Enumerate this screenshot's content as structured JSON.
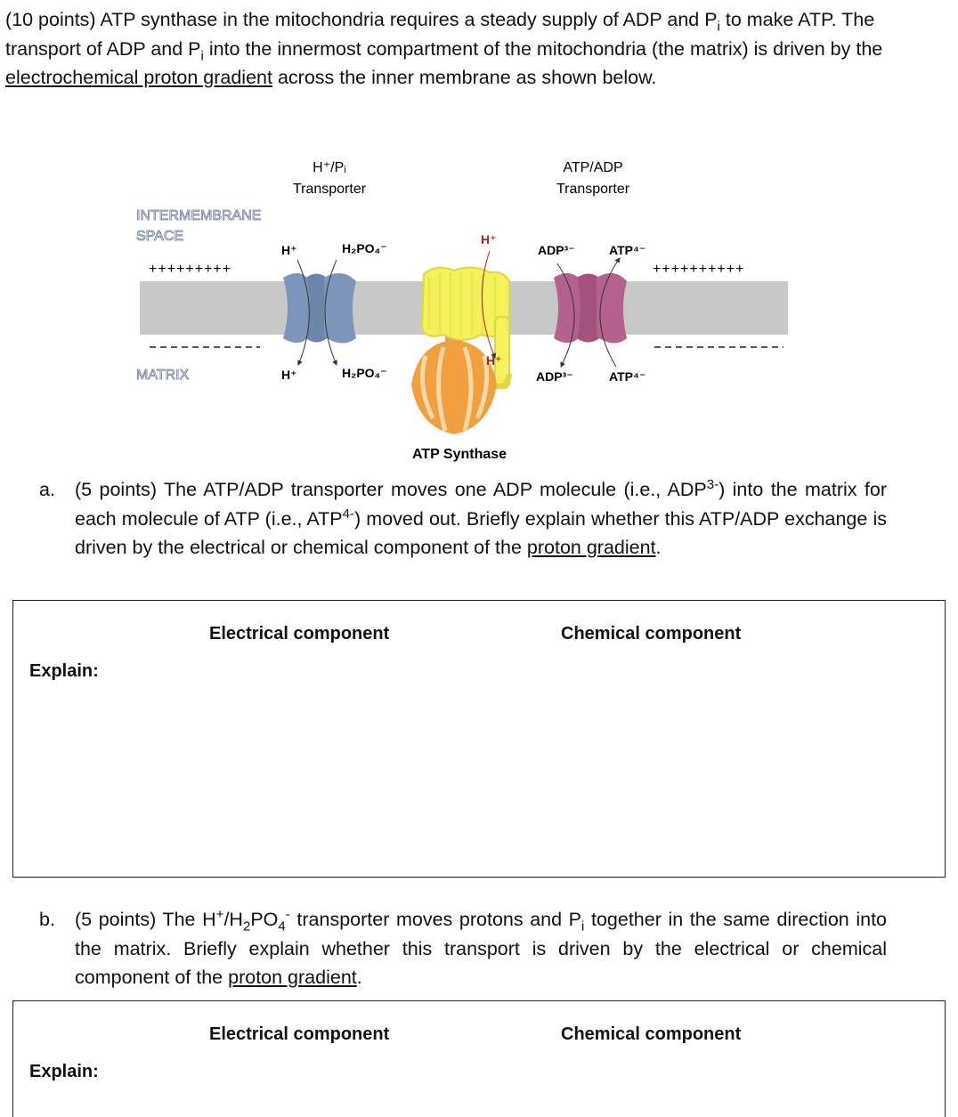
{
  "intro": {
    "t1": "(10 points) ATP synthase in the mitochondria requires a steady supply of ADP and P",
    "t2": " to make ATP. The transport of ADP and P",
    "t3": " into the innermost compartment of the mitochondria (the matrix) is driven by the ",
    "link": "electrochemical proton gradient",
    "t4": " across the inner membrane as shown below.",
    "sub_i": "i"
  },
  "figure": {
    "intermembrane_1": "INTERMEMBRANE",
    "intermembrane_2": "SPACE",
    "matrix": "MATRIX",
    "plus_left": "+++++++++",
    "plus_right": "++++++++++",
    "hpi_title_1": "H⁺/Pᵢ",
    "hpi_title_2": "Transporter",
    "atpadp_title_1": "ATP/ADP",
    "atpadp_title_2": "Transporter",
    "h_plus": "H⁺",
    "h2po4": "H₂PO₄⁻",
    "adp": "ADP³⁻",
    "atp": "ATP⁴⁻",
    "synthase": "ATP Synthase",
    "colors": {
      "membrane": "#c8c8c8",
      "hpi": "#7e95bb",
      "atpadp": "#b5618e",
      "synthase_yellow": "#f4f25c",
      "synthase_orange": "#f0a040"
    }
  },
  "qa": {
    "letter": "a.",
    "t1": "(5 points) The ATP/ADP transporter moves one ADP molecule (i.e., ADP",
    "sup1": "3-",
    "t2": ") into the matrix for each molecule of ATP (i.e., ATP",
    "sup2": "4-",
    "t3": ") moved out. Briefly explain whether this ATP/ADP exchange is driven by the electrical or chemical component of the ",
    "link": "proton gradient",
    "t4": "."
  },
  "box_a": {
    "opt1": "Electrical component",
    "opt2": "Chemical component",
    "explain": "Explain:"
  },
  "qb": {
    "letter": "b.",
    "t1": "(5 points) The H",
    "sup1": "+",
    "t2": "/H",
    "sub1": "2",
    "t3": "PO",
    "sub2": "4",
    "sup2": "-",
    "t4": " transporter moves protons and P",
    "sub3": "i",
    "t5": " together in the same direction into the matrix. Briefly explain whether this transport is driven by the electrical or chemical component of the ",
    "link": "proton gradient",
    "t6": "."
  },
  "box_b": {
    "opt1": "Electrical component",
    "opt2": "Chemical component",
    "explain": "Explain:"
  }
}
